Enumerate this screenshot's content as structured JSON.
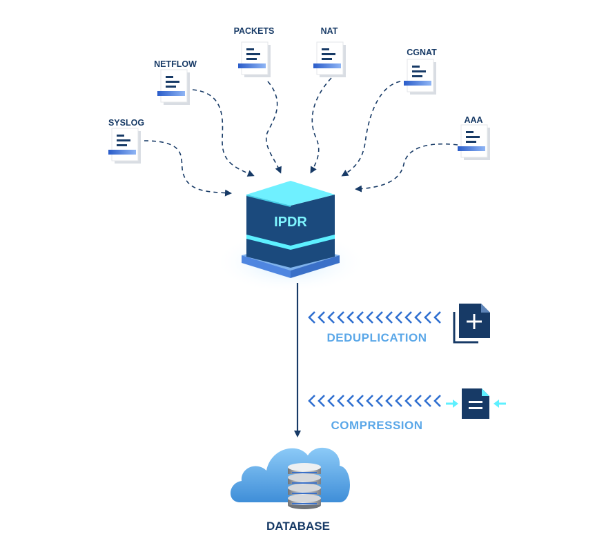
{
  "sources": [
    {
      "label": "SYSLOG"
    },
    {
      "label": "NETFLOW"
    },
    {
      "label": "PACKETS"
    },
    {
      "label": "NAT"
    },
    {
      "label": "CGNAT"
    },
    {
      "label": "AAA"
    }
  ],
  "hub": {
    "label": "IPDR"
  },
  "processes": [
    {
      "label": "DEDUPLICATION",
      "icon": "document-copy-plus-icon"
    },
    {
      "label": "COMPRESSION",
      "icon": "document-compress-icon"
    }
  ],
  "target": {
    "label": "DATABASE",
    "icon": "cloud-database-icon"
  },
  "colors": {
    "primary": "#173a66",
    "accent": "#4f86e0",
    "cyan": "#7ff6ff",
    "process_text": "#5aa7e8"
  }
}
